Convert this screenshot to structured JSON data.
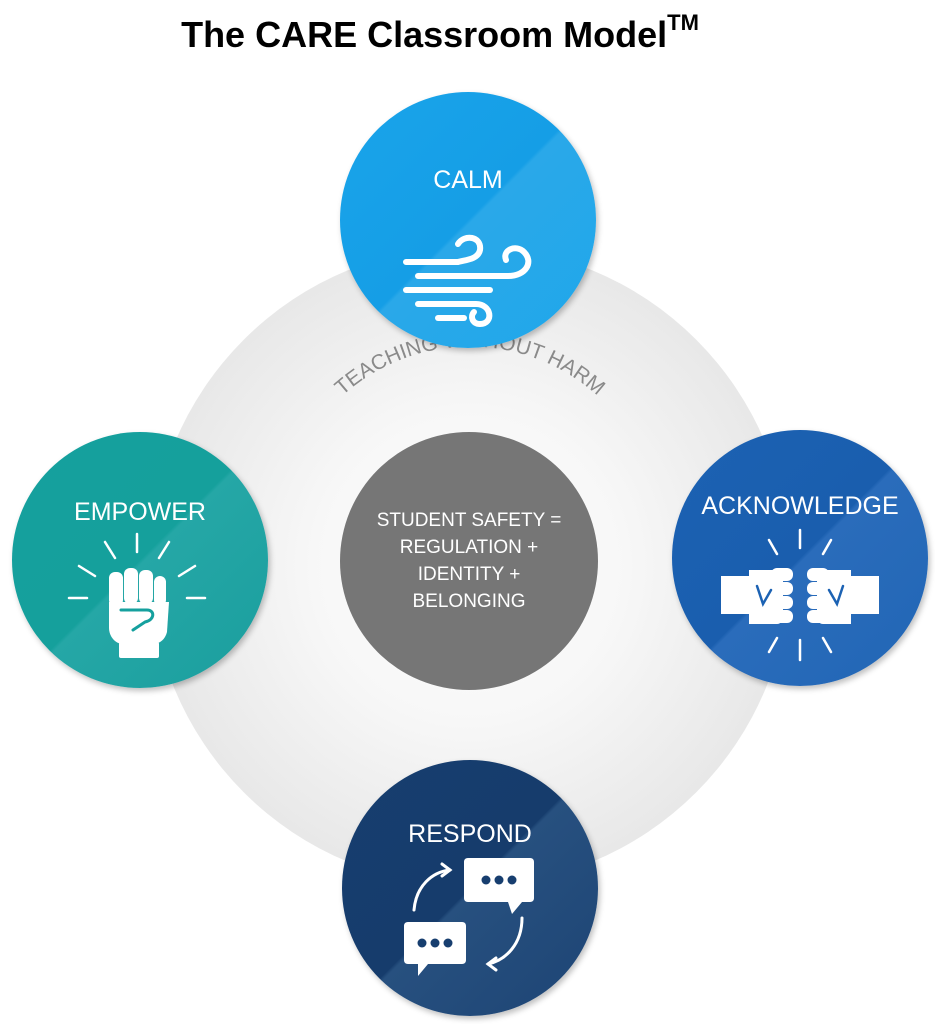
{
  "title": "The CARE Classroom Model",
  "title_sup": "TM",
  "outer_ring_label": "TEACHING WITHOUT HARM",
  "center_text": "STUDENT SAFETY =\nREGULATION +\nIDENTITY +\nBELONGING",
  "nodes": {
    "calm": {
      "label": "CALM",
      "icon": "wind-icon",
      "color": "#1ba5ea"
    },
    "empower": {
      "label": "EMPOWER",
      "icon": "raised-fist-icon",
      "color": "#15a09e"
    },
    "acknowledge": {
      "label": "ACKNOWLEDGE",
      "icon": "fist-bump-icon",
      "color": "#1c62b3"
    },
    "respond": {
      "label": "RESPOND",
      "icon": "chat-exchange-icon",
      "color": "#173e6f"
    }
  },
  "colors": {
    "ring": "#e3e3e3",
    "center": "#767676",
    "ring_text": "#8a8a8a"
  }
}
